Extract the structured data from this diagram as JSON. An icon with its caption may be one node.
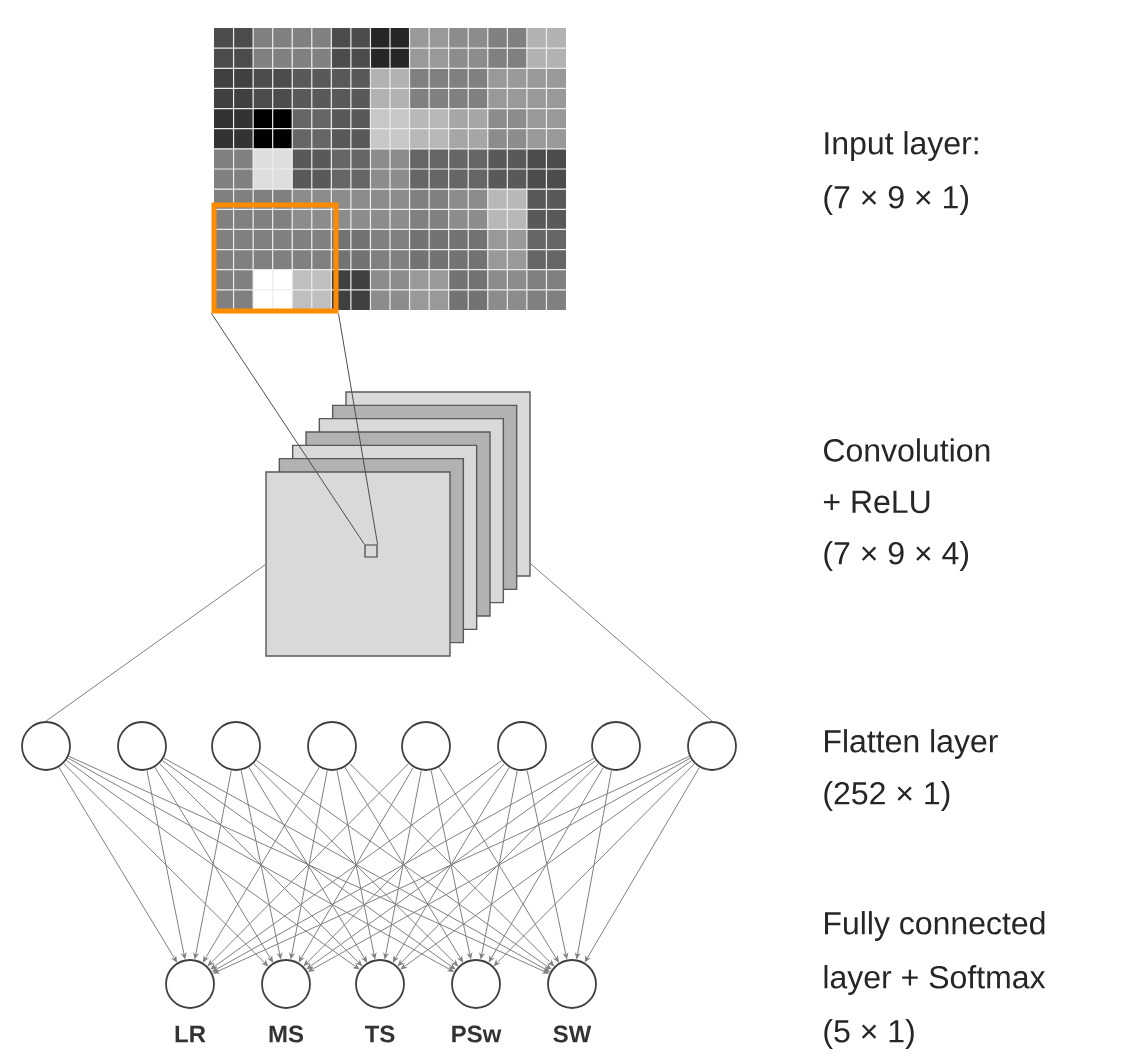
{
  "diagram": {
    "nodes": [
      {
        "text": [],
        "shape": "picture"
      },
      {
        "text": [],
        "shape": "box",
        "in": 0
      },
      {
        "text": [],
        "shape": "picture"
      },
      {
        "text": [],
        "shape": "box",
        "in": 2
      },
      {
        "text": [],
        "shape": "circle"
      },
      {
        "text": [],
        "shape": "circle"
      },
      {
        "text": [],
        "shape": "circle"
      },
      {
        "text": [],
        "shape": "circle"
      },
      {
        "text": [],
        "shape": "circle"
      },
      {
        "text": [],
        "shape": "circle"
      },
      {
        "text": [],
        "shape": "circle"
      },
      {
        "text": [],
        "shape": "circle"
      },
      {
        "text": [],
        "shape": "circle",
        "beside": [
          "LR"
        ]
      },
      {
        "text": [],
        "shape": "circle",
        "beside": [
          "MS"
        ]
      },
      {
        "text": [],
        "shape": "circle",
        "beside": [
          "TS"
        ]
      },
      {
        "text": [],
        "shape": "circle",
        "beside": [
          "PSw"
        ]
      },
      {
        "text": [],
        "shape": "circle",
        "beside": [
          "SW"
        ]
      }
    ],
    "edges": [
      {
        "from": 1,
        "to": 3,
        "arrow": "none"
      },
      {
        "from": 1,
        "to": 3,
        "arrow": "none"
      },
      {
        "from": 2,
        "to": 4,
        "arrow": "none"
      },
      {
        "from": 2,
        "to": 11,
        "arrow": "none"
      },
      {
        "from": 4,
        "to": 12,
        "arrow": "to"
      },
      {
        "from": 4,
        "to": 13,
        "arrow": "to"
      },
      {
        "from": 4,
        "to": 14,
        "arrow": "to"
      },
      {
        "from": 4,
        "to": 15,
        "arrow": "to"
      },
      {
        "from": 4,
        "to": 16,
        "arrow": "to"
      },
      {
        "from": 5,
        "to": 12,
        "arrow": "to"
      },
      {
        "from": 5,
        "to": 13,
        "arrow": "to"
      },
      {
        "from": 5,
        "to": 14,
        "arrow": "to"
      },
      {
        "from": 5,
        "to": 15,
        "arrow": "to"
      },
      {
        "from": 5,
        "to": 16,
        "arrow": "to"
      },
      {
        "from": 6,
        "to": 12,
        "arrow": "to"
      },
      {
        "from": 6,
        "to": 13,
        "arrow": "to"
      },
      {
        "from": 6,
        "to": 14,
        "arrow": "to"
      },
      {
        "from": 6,
        "to": 15,
        "arrow": "to"
      },
      {
        "from": 6,
        "to": 16,
        "arrow": "to"
      },
      {
        "from": 7,
        "to": 12,
        "arrow": "to"
      },
      {
        "from": 7,
        "to": 13,
        "arrow": "to"
      },
      {
        "from": 7,
        "to": 14,
        "arrow": "to"
      },
      {
        "from": 7,
        "to": 15,
        "arrow": "to"
      },
      {
        "from": 7,
        "to": 16,
        "arrow": "to"
      },
      {
        "from": 8,
        "to": 12,
        "arrow": "to"
      },
      {
        "from": 8,
        "to": 13,
        "arrow": "to"
      },
      {
        "from": 8,
        "to": 14,
        "arrow": "to"
      },
      {
        "from": 8,
        "to": 15,
        "arrow": "to"
      },
      {
        "from": 8,
        "to": 16,
        "arrow": "to"
      },
      {
        "from": 9,
        "to": 12,
        "arrow": "to"
      },
      {
        "from": 9,
        "to": 13,
        "arrow": "to"
      },
      {
        "from": 9,
        "to": 14,
        "arrow": "to"
      },
      {
        "from": 9,
        "to": 15,
        "arrow": "to"
      },
      {
        "from": 9,
        "to": 16,
        "arrow": "to"
      },
      {
        "from": 10,
        "to": 12,
        "arrow": "to"
      },
      {
        "from": 10,
        "to": 13,
        "arrow": "to"
      },
      {
        "from": 10,
        "to": 14,
        "arrow": "to"
      },
      {
        "from": 10,
        "to": 15,
        "arrow": "to"
      },
      {
        "from": 10,
        "to": 16,
        "arrow": "to"
      },
      {
        "from": 11,
        "to": 12,
        "arrow": "to"
      },
      {
        "from": 11,
        "to": 13,
        "arrow": "to"
      },
      {
        "from": 11,
        "to": 14,
        "arrow": "to"
      },
      {
        "from": 11,
        "to": 15,
        "arrow": "to"
      },
      {
        "from": 11,
        "to": 16,
        "arrow": "to"
      }
    ],
    "labels": [
      "Input layer:",
      "(7 × 9 × 1)",
      "Convolution",
      "+ ReLU",
      "(7 × 9 × 4)",
      "Flatten layer",
      "(252 × 1)",
      "Fully connected",
      "layer + Softmax",
      "(5 × 1)"
    ]
  }
}
